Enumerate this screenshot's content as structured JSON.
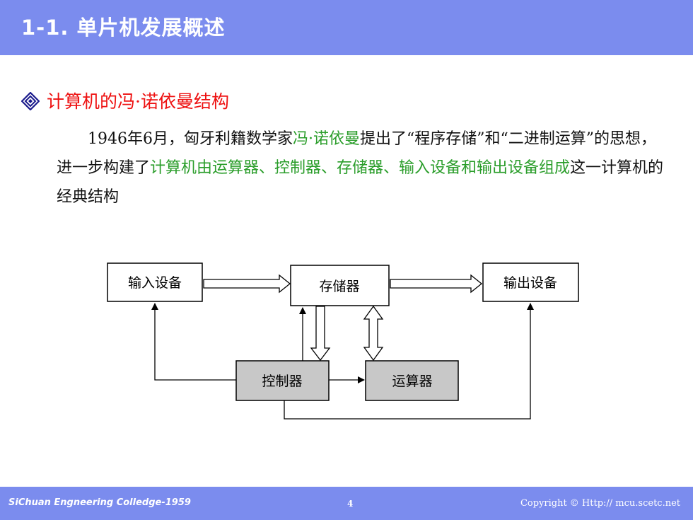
{
  "header": {
    "title": "1-1. 单片机发展概述"
  },
  "section": {
    "heading": "计算机的冯·诺依曼结构"
  },
  "paragraph": {
    "seg1": "1946年6月，匈牙利籍数学家",
    "seg2": "冯·诺依曼",
    "seg3": "提出了“程序存储”和“二进制运算”的思想，进一步构建了",
    "seg4": "计算机由运算器、控制器、存储器、输入设备和输出设备组成",
    "seg5": "这一计算机的经典结构"
  },
  "diagram": {
    "input": "输入设备",
    "memory": "存储器",
    "output": "输出设备",
    "controller": "控制器",
    "alu": "运算器"
  },
  "footer": {
    "left": "SiChuan Engneering Colledge-1959",
    "page": "4",
    "right": "Copyright © Http:// mcu.scetc.net"
  },
  "colors": {
    "banner": "#7b8cee",
    "heading": "#ee1111",
    "highlight": "#2a9d2a",
    "shaded_box": "#c8c8c8"
  }
}
